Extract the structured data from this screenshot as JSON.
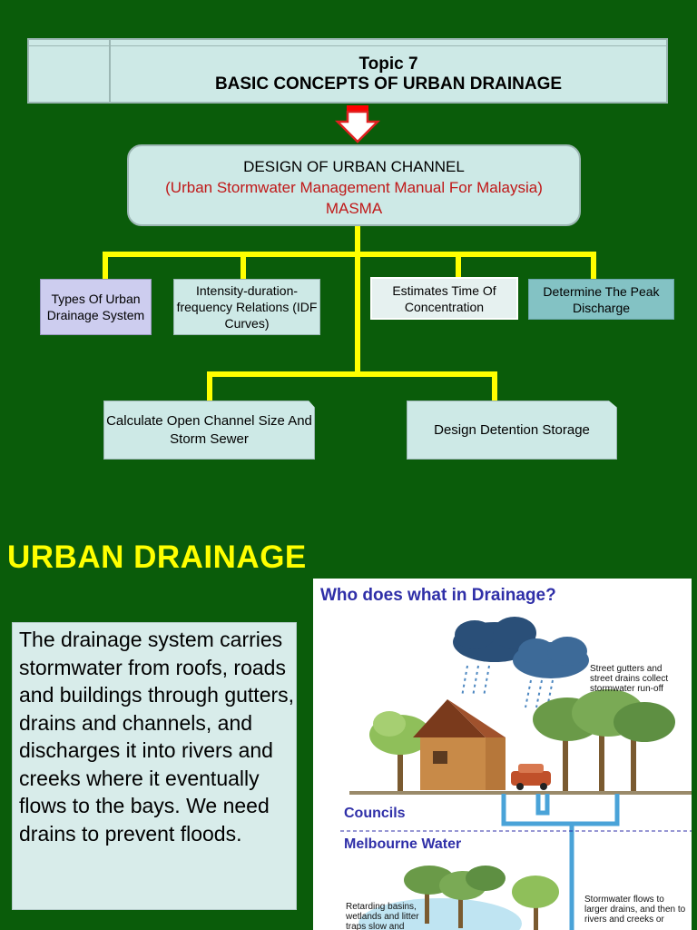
{
  "header": {
    "line1": "Topic 7",
    "line2": "BASIC CONCEPTS OF URBAN DRAINAGE"
  },
  "main_box": {
    "line1": "DESIGN OF URBAN CHANNEL",
    "line2": "(Urban Stormwater Management Manual For Malaysia)",
    "line3": "MASMA"
  },
  "row1": [
    {
      "label": "Types Of Urban Drainage System"
    },
    {
      "label": "Intensity-duration-frequency Relations (IDF Curves)"
    },
    {
      "label": "Estimates Time Of Concentration"
    },
    {
      "label": "Determine The Peak Discharge"
    }
  ],
  "row2": [
    {
      "label": "Calculate Open Channel Size And Storm Sewer"
    },
    {
      "label": "Design Detention Storage"
    }
  ],
  "section_heading": "URBAN DRAINAGE",
  "description": "The drainage system carries stormwater from roofs, roads and buildings through gutters, drains and channels, and discharges it into rivers and creeks where it eventually flows to the bays. We need drains to prevent floods.",
  "illustration": {
    "title": "Who does what in Drainage?",
    "note_gutters": "Street gutters and street drains collect stormwater run-off",
    "label_councils": "Councils",
    "label_melbourne": "Melbourne Water",
    "note_basins": "Retarding basins, wetlands and litter traps slow and",
    "note_flows": "Stormwater flows to larger drains, and then to rivers and creeks or"
  },
  "colors": {
    "background": "#0a5c0a",
    "connector": "#ffff00",
    "box": "#cde9e6",
    "box_purple": "#cdcdef",
    "box_teal": "#83c2c4",
    "heading_yellow": "#ffff00",
    "accent_red": "#c01818",
    "illus_blue": "#2f2fa8"
  }
}
